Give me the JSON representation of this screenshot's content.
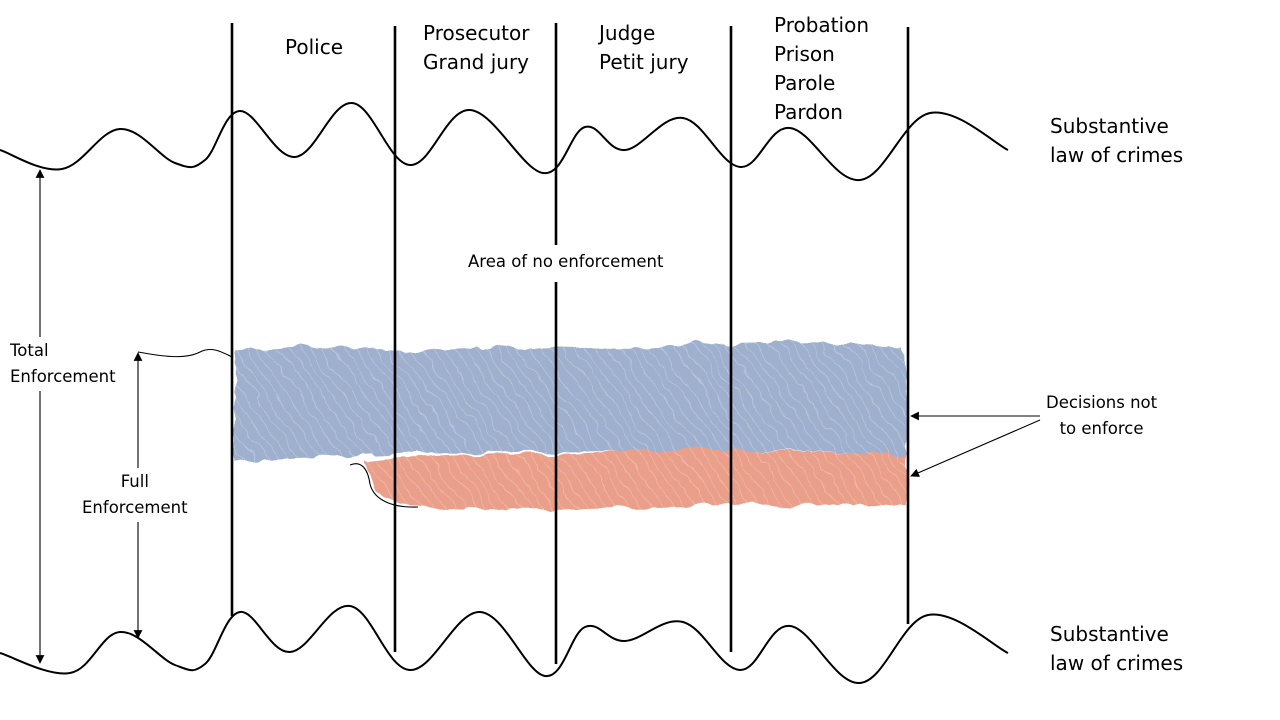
{
  "stages": {
    "police": [
      "Police"
    ],
    "prosecutor": [
      "Prosecutor",
      "Grand jury"
    ],
    "judge": [
      "Judge",
      "Petit jury"
    ],
    "corrections": [
      "Probation",
      "Prison",
      "Parole",
      "Pardon"
    ]
  },
  "boundaries": {
    "top": [
      "Substantive",
      "law of crimes"
    ],
    "bottom": [
      "Substantive",
      "law of crimes"
    ]
  },
  "regions": {
    "no_enforcement": "Area of no enforcement"
  },
  "measures": {
    "total_enforcement": [
      "Total",
      "Enforcement"
    ],
    "full_enforcement": [
      "Full",
      "Enforcement"
    ]
  },
  "callouts": {
    "decisions_not_to_enforce": [
      "Decisions not",
      "to enforce"
    ]
  },
  "colors": {
    "stroke": "#000000",
    "blue_band": "#9fb0cf",
    "blue_band_dark": "#7f91b6",
    "red_band": "#ea9f8a",
    "red_band_dark": "#d8836d"
  }
}
